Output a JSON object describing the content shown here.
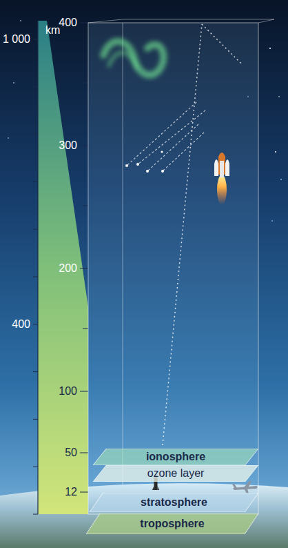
{
  "diagram": {
    "nodes": [
      {
        "text": [
          "ionosphere"
        ]
      },
      {
        "text": [
          "ozone layer"
        ]
      },
      {
        "text": [
          "stratosphere"
        ]
      },
      {
        "text": [
          "troposphere"
        ]
      }
    ],
    "labels": [
      "km",
      "1 000",
      "400",
      "300",
      "200",
      "400",
      "100",
      "50",
      "12"
    ]
  }
}
